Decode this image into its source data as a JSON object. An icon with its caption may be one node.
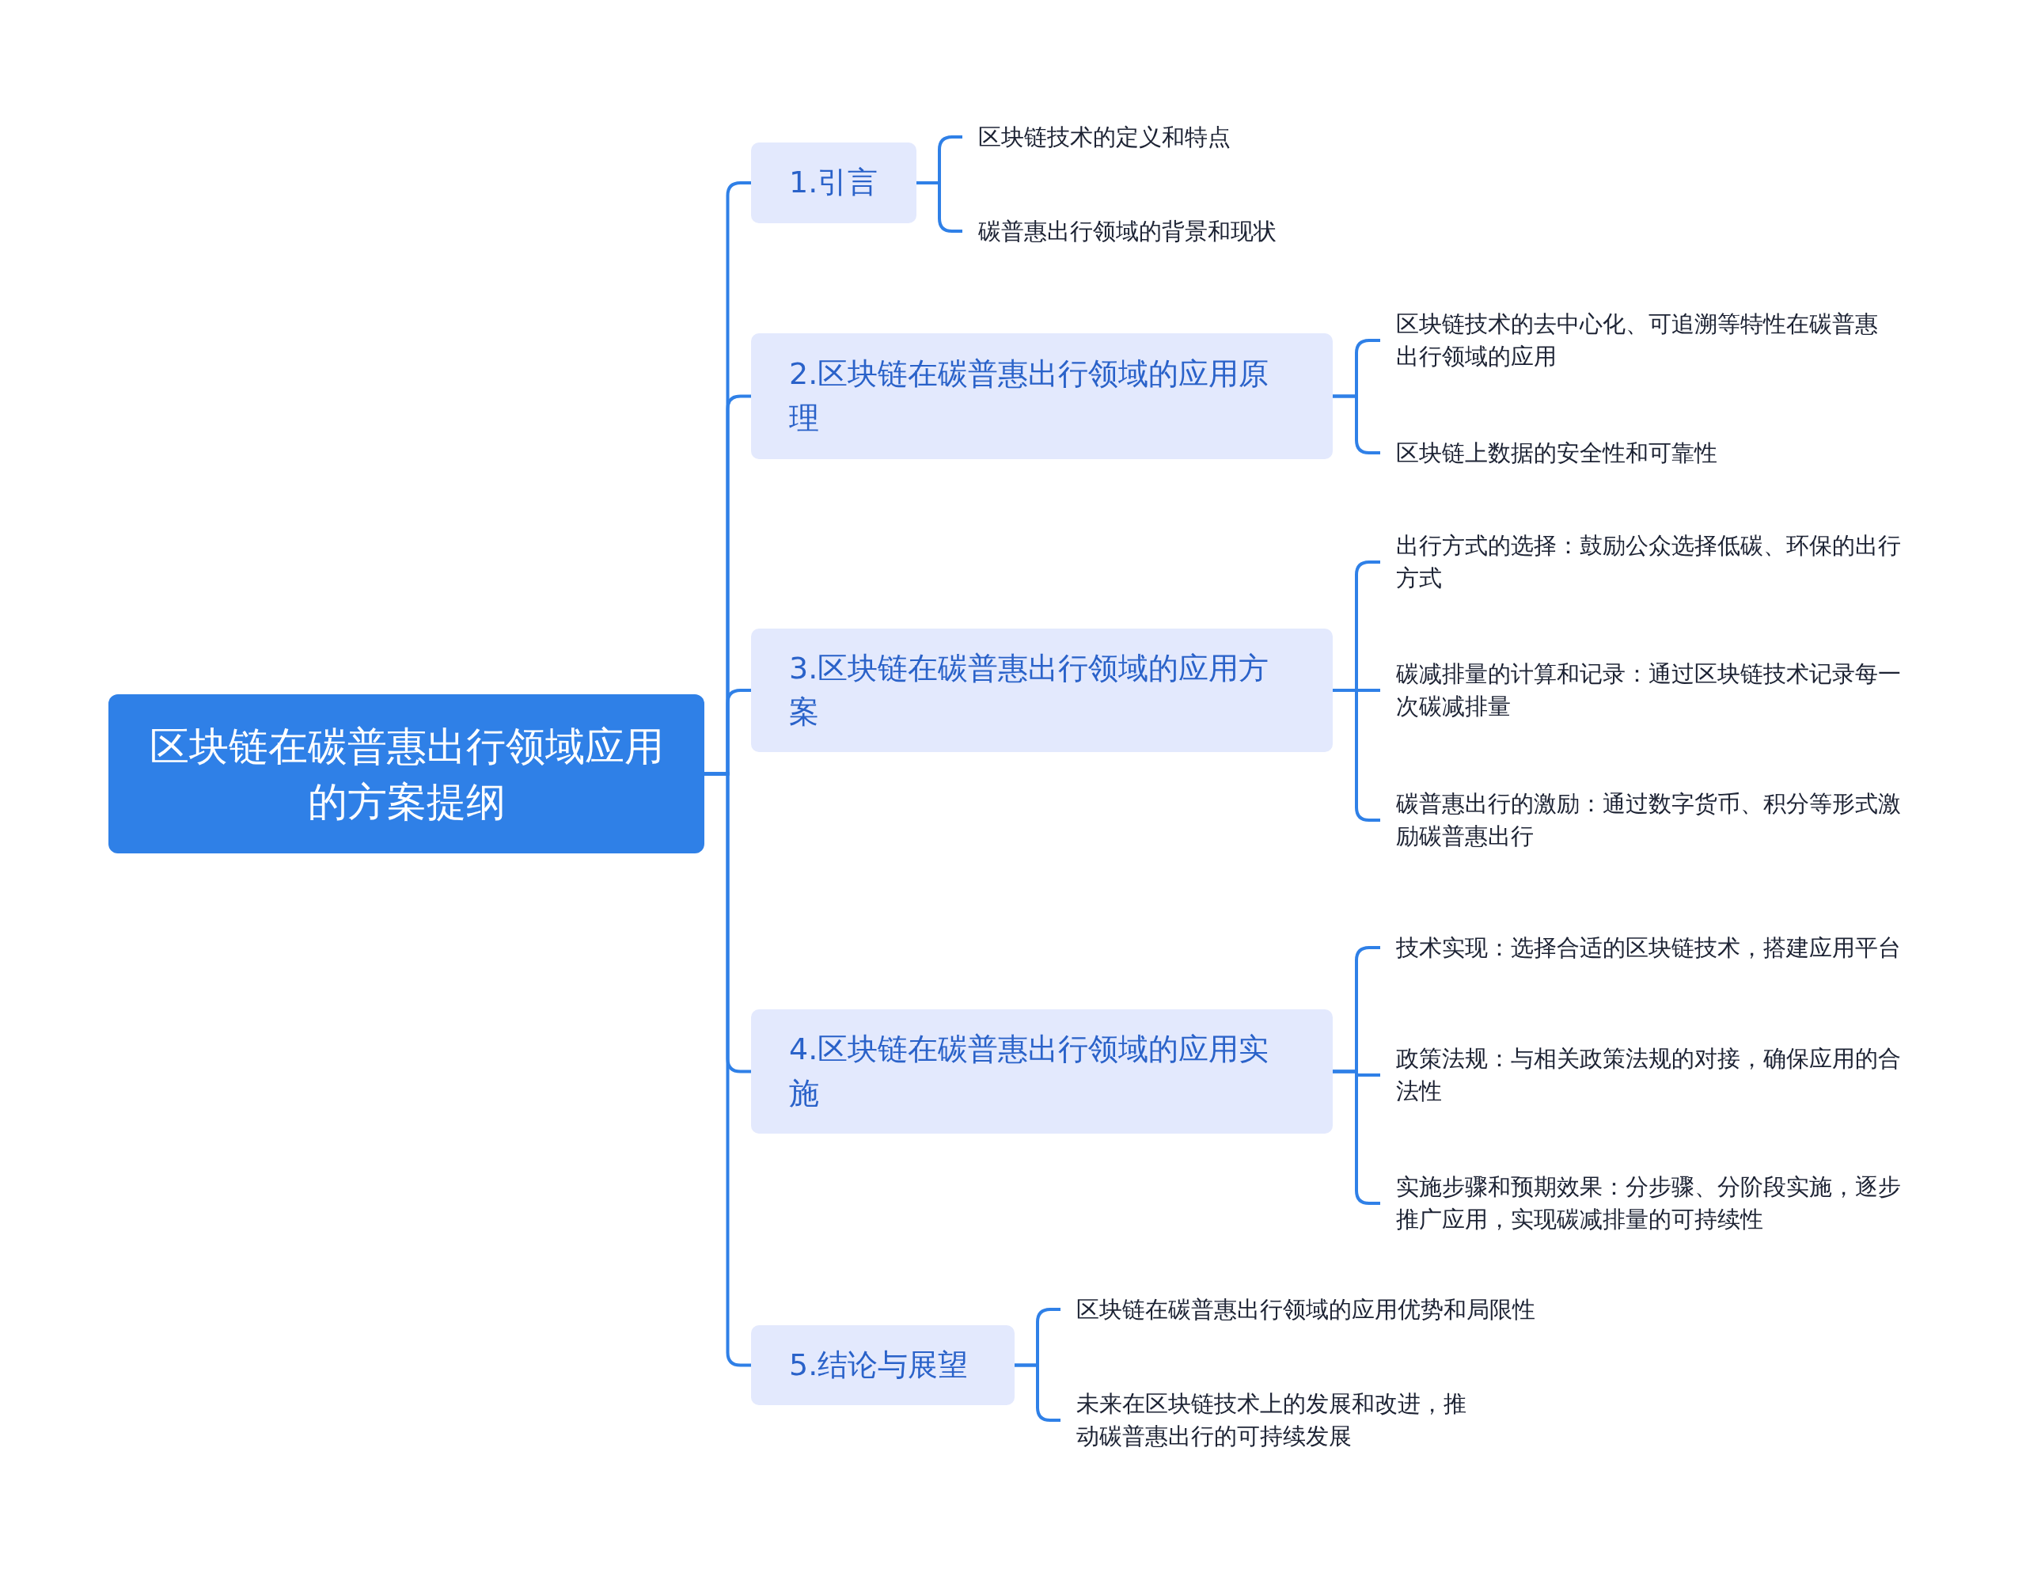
{
  "diagram": {
    "nodes": [
      {
        "text": [
          "区块链在碳普惠出行领域应用的方案提纲"
        ]
      },
      {
        "text": [
          "1.引言"
        ]
      },
      {
        "text": [
          "区块链技术的定义和特点"
        ]
      },
      {
        "text": [
          "碳普惠出行领域的背景和现状"
        ]
      },
      {
        "text": [
          "2.区块链在碳普惠出行领域的应用原理"
        ]
      },
      {
        "text": [
          "区块链技术的去中心化、可追溯等特性在碳普惠出行领域的应用"
        ]
      },
      {
        "text": [
          "区块链上数据的安全性和可靠性"
        ]
      },
      {
        "text": [
          "3.区块链在碳普惠出行领域的应用方案"
        ]
      },
      {
        "text": [
          "出行方式的选择：鼓励公众选择低碳、环保的出行方式"
        ]
      },
      {
        "text": [
          "碳减排量的计算和记录：通过区块链技术记录每一次碳减排量"
        ]
      },
      {
        "text": [
          "碳普惠出行的激励：通过数字货币、积分等形式激励碳普惠出行"
        ]
      },
      {
        "text": [
          "4.区块链在碳普惠出行领域的应用实施"
        ]
      },
      {
        "text": [
          "技术实现：选择合适的区块链技术，搭建应用平台"
        ]
      },
      {
        "text": [
          "政策法规：与相关政策法规的对接，确保应用的合法性"
        ]
      },
      {
        "text": [
          "实施步骤和预期效果：分步骤、分阶段实施，逐步推广应用，实现碳减排量的可持续性"
        ]
      },
      {
        "text": [
          "5.结论与展望"
        ]
      },
      {
        "text": [
          "区块链在碳普惠出行领域的应用优势和局限性"
        ]
      },
      {
        "text": [
          "未来在区块链技术上的发展和改进，推动碳普惠出行的可持续发展"
        ]
      }
    ],
    "edges": [
      {
        "from": 0,
        "to": 1,
        "arrow": "none"
      },
      {
        "from": 0,
        "to": 4,
        "arrow": "none"
      },
      {
        "from": 0,
        "to": 7,
        "arrow": "none"
      },
      {
        "from": 0,
        "to": 11,
        "arrow": "none"
      },
      {
        "from": 0,
        "to": 15,
        "arrow": "none"
      },
      {
        "from": 1,
        "to": 2,
        "arrow": "none"
      },
      {
        "from": 1,
        "to": 3,
        "arrow": "none"
      },
      {
        "from": 4,
        "to": 5,
        "arrow": "none"
      },
      {
        "from": 4,
        "to": 6,
        "arrow": "none"
      },
      {
        "from": 7,
        "to": 8,
        "arrow": "none"
      },
      {
        "from": 7,
        "to": 9,
        "arrow": "none"
      },
      {
        "from": 7,
        "to": 10,
        "arrow": "none"
      },
      {
        "from": 11,
        "to": 12,
        "arrow": "none"
      },
      {
        "from": 11,
        "to": 13,
        "arrow": "none"
      },
      {
        "from": 11,
        "to": 14,
        "arrow": "none"
      },
      {
        "from": 15,
        "to": 16,
        "arrow": "none"
      },
      {
        "from": 15,
        "to": 17,
        "arrow": "none"
      }
    ]
  }
}
